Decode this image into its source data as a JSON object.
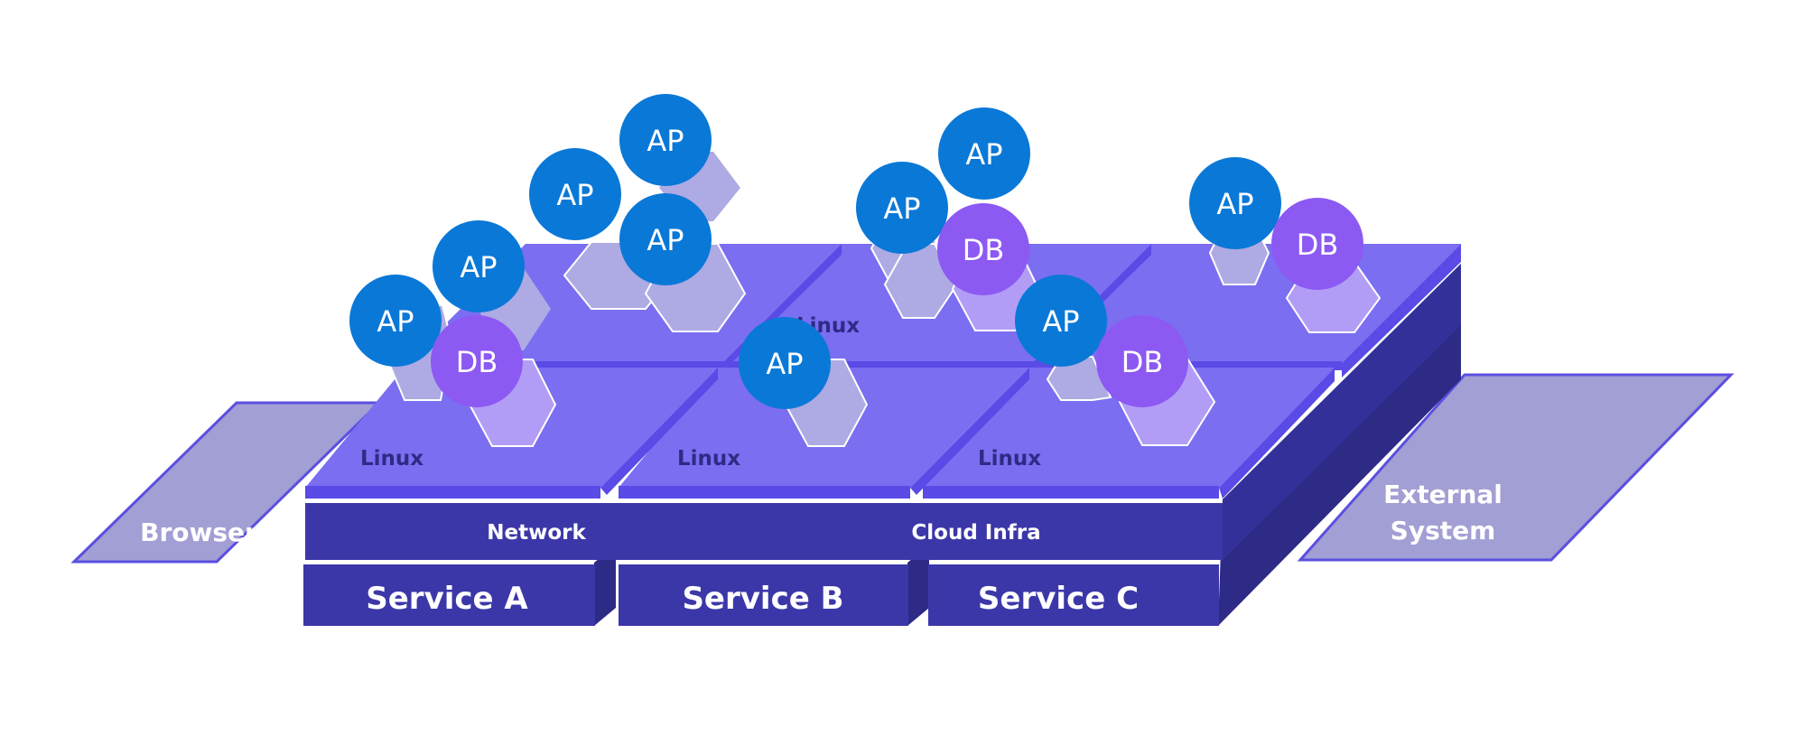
{
  "labels": {
    "browser": "Browser",
    "external_line1": "External",
    "external_line2": "System",
    "network": "Network",
    "cloud_infra": "Cloud Infra",
    "service_a": "Service A",
    "service_b": "Service B",
    "service_c": "Service C",
    "linux": "Linux"
  },
  "nodes": {
    "ap": "AP",
    "db": "DB"
  },
  "colors": {
    "ap_circle": "#0a78d7",
    "db_circle": "#8c59f3",
    "tile_top": "#7b6ef1",
    "tile_edge": "#5a4ae6",
    "base_front": "#3c37a8",
    "base_side": "#2e2b86",
    "panel": "#a19fd3",
    "panel_border": "#5b4fe0",
    "hex_ap": "#aeaae3",
    "hex_db": "#b29df6"
  }
}
